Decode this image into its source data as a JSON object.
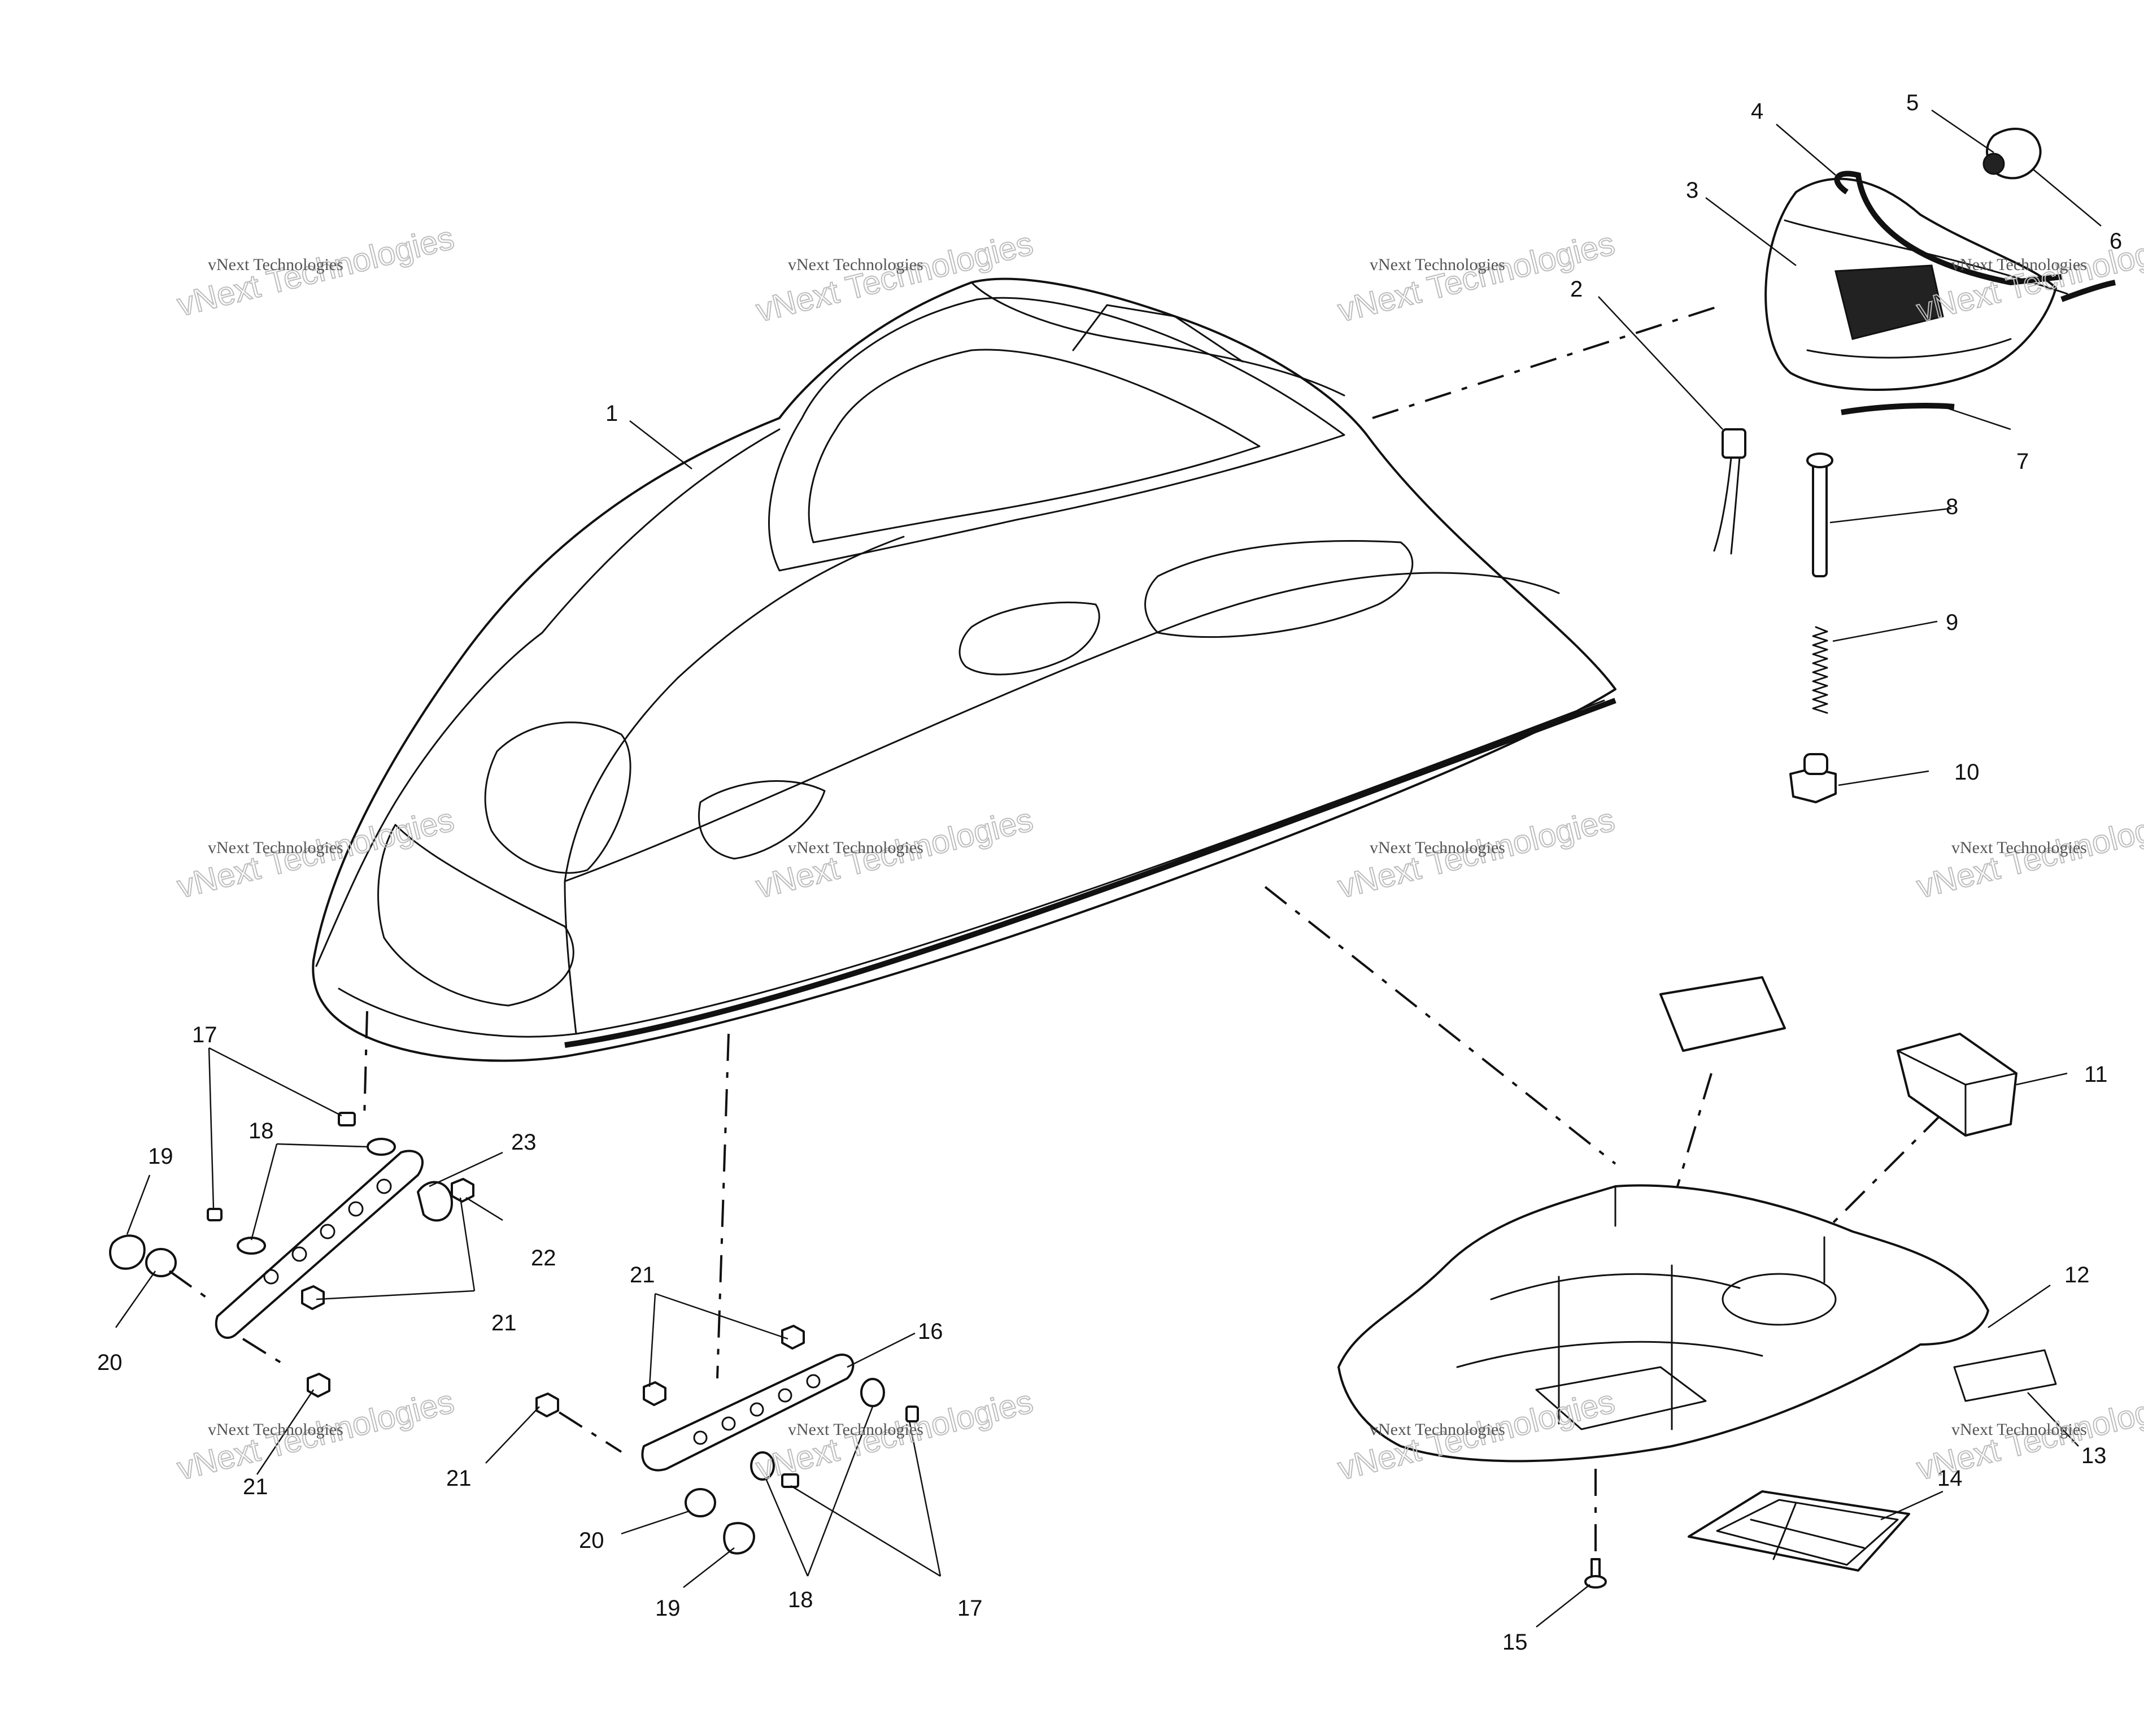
{
  "watermark": {
    "small": "vNext Technologies",
    "large": "vNext Technologies",
    "top": "vNext"
  },
  "callouts": [
    {
      "id": "1",
      "text": "1"
    },
    {
      "id": "2",
      "text": "2"
    },
    {
      "id": "3",
      "text": "3"
    },
    {
      "id": "4",
      "text": "4"
    },
    {
      "id": "5",
      "text": "5"
    },
    {
      "id": "6",
      "text": "6"
    },
    {
      "id": "7",
      "text": "7"
    },
    {
      "id": "8",
      "text": "8"
    },
    {
      "id": "9",
      "text": "9"
    },
    {
      "id": "10",
      "text": "10"
    },
    {
      "id": "11",
      "text": "11"
    },
    {
      "id": "12",
      "text": "12"
    },
    {
      "id": "13",
      "text": "13"
    },
    {
      "id": "14",
      "text": "14"
    },
    {
      "id": "15",
      "text": "15"
    },
    {
      "id": "16",
      "text": "16"
    },
    {
      "id": "17a",
      "text": "17"
    },
    {
      "id": "17b",
      "text": "17"
    },
    {
      "id": "18a",
      "text": "18"
    },
    {
      "id": "18b",
      "text": "18"
    },
    {
      "id": "19a",
      "text": "19"
    },
    {
      "id": "19b",
      "text": "19"
    },
    {
      "id": "20a",
      "text": "20"
    },
    {
      "id": "20b",
      "text": "20"
    },
    {
      "id": "21a",
      "text": "21"
    },
    {
      "id": "21b",
      "text": "21"
    },
    {
      "id": "21c",
      "text": "21"
    },
    {
      "id": "21d",
      "text": "21"
    },
    {
      "id": "22",
      "text": "22"
    },
    {
      "id": "23",
      "text": "23"
    }
  ]
}
